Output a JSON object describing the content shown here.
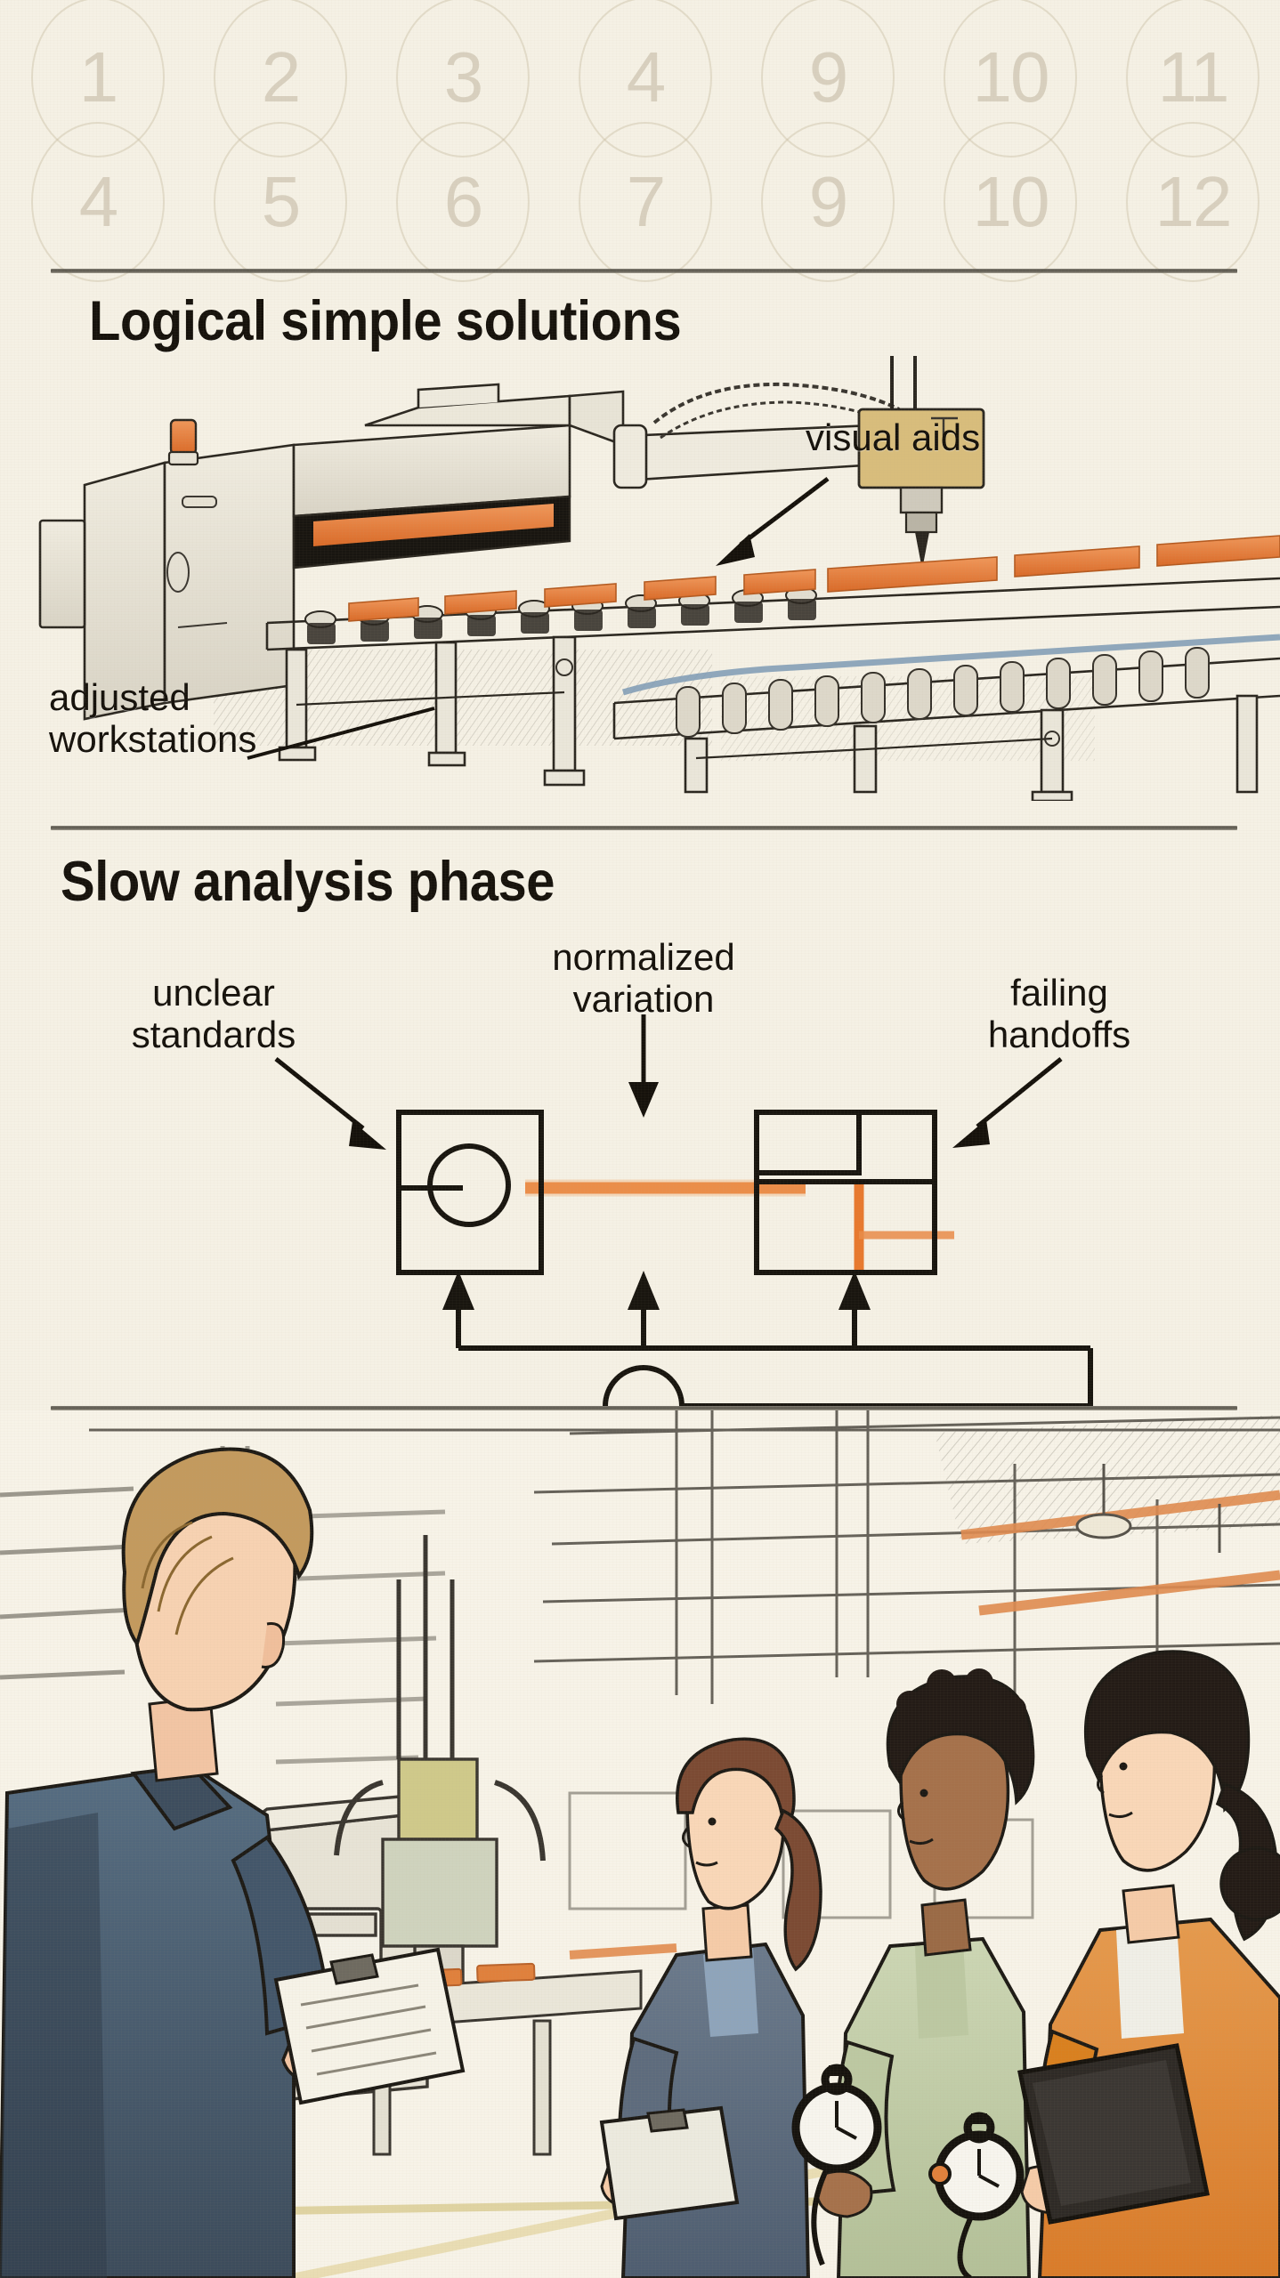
{
  "page": {
    "background_color": "#f5f1e5",
    "accent_color": "#e8792e",
    "ink_color": "#15110b"
  },
  "watermark": {
    "row1": [
      "1",
      "2",
      "3",
      "4",
      "9",
      "10",
      "11"
    ],
    "row2": [
      "4",
      "5",
      "6",
      "7",
      "9",
      "10",
      "12"
    ]
  },
  "sections": [
    {
      "id": "solutions",
      "heading": "Logical simple solutions",
      "illustration": "cnc-conveyor-line-sketch",
      "annotations": [
        {
          "name": "adjusted-workstations",
          "text": "adjusted\nworkstations"
        },
        {
          "name": "visual-aids",
          "text": "visual aids"
        }
      ]
    },
    {
      "id": "analysis",
      "heading": "Slow analysis phase",
      "illustration": "process-flow-diagram",
      "annotations": [
        {
          "name": "unclear-standards",
          "text": "unclear\nstandards"
        },
        {
          "name": "normalized-variation",
          "text": "normalized\nvariation"
        },
        {
          "name": "failing-handoffs",
          "text": "failing\nhandoffs"
        }
      ]
    },
    {
      "id": "observation",
      "heading": "",
      "illustration": "factory-floor-team-observing-machine",
      "annotations": []
    }
  ],
  "diagram": {
    "nodes": [
      {
        "name": "left-station",
        "shape": "box-with-circle"
      },
      {
        "name": "right-station",
        "shape": "box-with-partitions"
      },
      {
        "name": "feedback-hub",
        "shape": "circle"
      }
    ],
    "connectors": [
      {
        "name": "orange-main-path",
        "color": "#e8792e"
      },
      {
        "name": "orange-branch-path",
        "color": "#e8923f"
      },
      {
        "name": "feedback-loop-left",
        "color": "#18150f"
      },
      {
        "name": "feedback-loop-center",
        "color": "#18150f"
      },
      {
        "name": "feedback-loop-right",
        "color": "#18150f"
      }
    ]
  },
  "scene": {
    "people": [
      {
        "name": "supervisor-foreground",
        "holding": "clipboard",
        "jacket_color": "#4d6377"
      },
      {
        "name": "analyst-with-clipboard",
        "holding": "clipboard",
        "jacket_color": "#5d6b7d"
      },
      {
        "name": "technician-with-stopwatch",
        "holding": "stopwatch",
        "shirt_color": "#c4cfae"
      },
      {
        "name": "manager-with-tablet",
        "holding": "tablet",
        "jacket_color": "#e08c42"
      }
    ],
    "equipment": [
      "cnc-milling-machine",
      "control-panel-screen",
      "overhead-steel-truss",
      "conveyor-rail"
    ]
  }
}
